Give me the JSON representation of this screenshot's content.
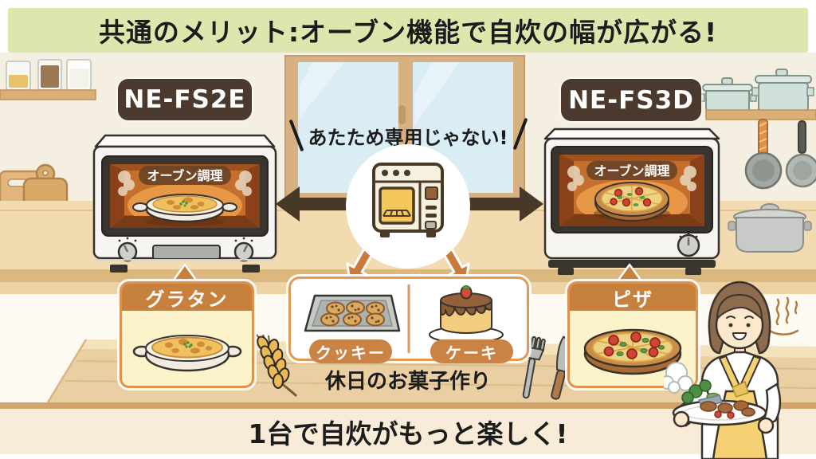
{
  "header": {
    "title": "共通のメリット:オーブン機能で自炊の幅が広がる!"
  },
  "ovens": {
    "left": {
      "model": "NE-FS2E",
      "window_label": "オーブン調理",
      "food_label": "グラタン"
    },
    "right": {
      "model": "NE-FS3D",
      "window_label": "オーブン調理",
      "food_label": "ピザ"
    }
  },
  "center": {
    "callout": "あたため専用じゃない!",
    "sweets": {
      "left_label": "クッキー",
      "right_label": "ケーキ",
      "caption": "休日のお菓子作り"
    }
  },
  "footer": {
    "message": "1台で自炊がもっと楽しく!"
  },
  "colors": {
    "banner_green": "#dce7ad",
    "label_brown": "#4a392c",
    "card_header_orange": "#c8813d",
    "pill_orange": "#ca8345",
    "card_body_cream": "#fcf3cb",
    "arrow_dark": "#473827",
    "arrow_orange": "#c97a3c",
    "counter_wood": "#f2dab1",
    "footer_cream": "#f8ecd9",
    "footer_strip": "#d2a36a",
    "apron_yellow": "#f6d173"
  }
}
